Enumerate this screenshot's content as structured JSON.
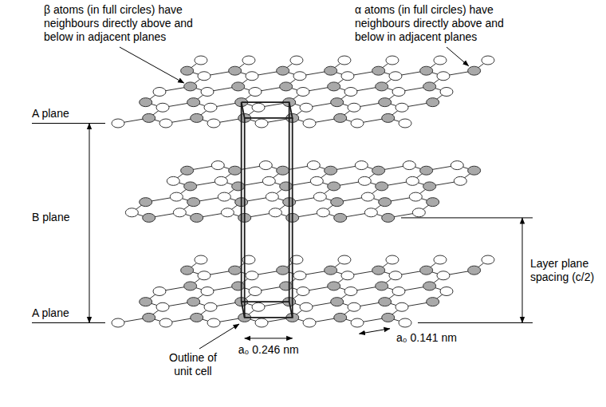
{
  "diagram": {
    "labels": [
      "β atoms (in full circles) have neighbours directly above and below in adjacent planes",
      "α atoms (in full circles) have neighbours directly above and below in adjacent planes",
      "A plane",
      "B plane",
      "A plane",
      "Layer plane spacing (c/2)",
      "Outline of unit cell",
      "a₀ 0.246 nm",
      "a₀ 0.141 nm"
    ]
  }
}
